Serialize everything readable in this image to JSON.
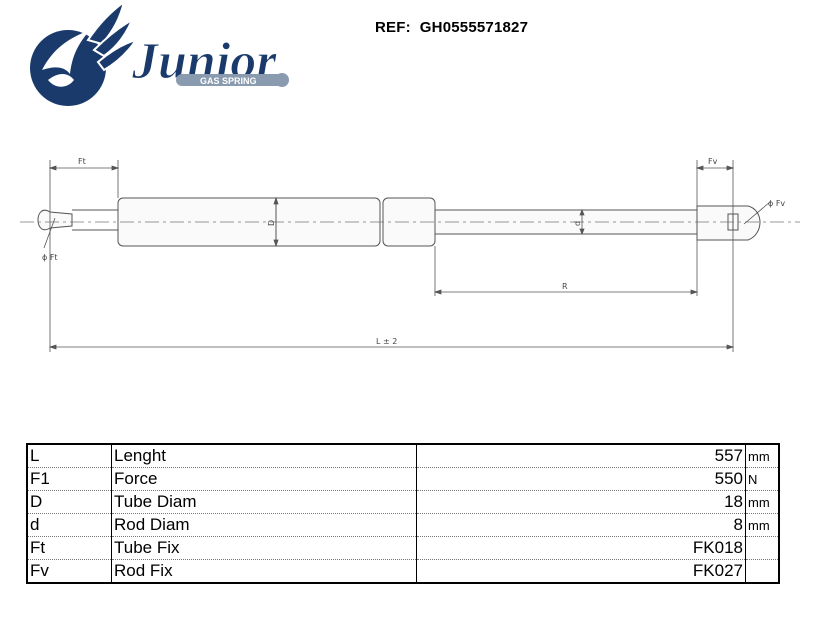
{
  "brand": {
    "name": "Junior",
    "tagline": "GAS SPRING",
    "colors": {
      "navy": "#1a3a6b",
      "steel": "#8a9bb0"
    }
  },
  "reference": {
    "label": "REF:",
    "code": "GH0555571827"
  },
  "drawing": {
    "labels": {
      "tube_fix": "Ft",
      "rod_fix": "Fv",
      "tube_fix_diam": "ϕ Ft",
      "rod_fix_diam": "ϕ Fv",
      "tube_diam": "D",
      "rod_diam": "d",
      "stroke": "R",
      "length": "L ± 2"
    }
  },
  "specs": [
    {
      "code": "L",
      "label": "Lenght",
      "value": "557",
      "unit": "mm"
    },
    {
      "code": "F1",
      "label": "Force",
      "value": "550",
      "unit": "N"
    },
    {
      "code": "D",
      "label": "Tube Diam",
      "value": "18",
      "unit": "mm"
    },
    {
      "code": "d",
      "label": "Rod Diam",
      "value": "8",
      "unit": "mm"
    },
    {
      "code": "Ft",
      "label": "Tube Fix",
      "value": "FK018",
      "unit": ""
    },
    {
      "code": "Fv",
      "label": "Rod Fix",
      "value": "FK027",
      "unit": ""
    }
  ]
}
